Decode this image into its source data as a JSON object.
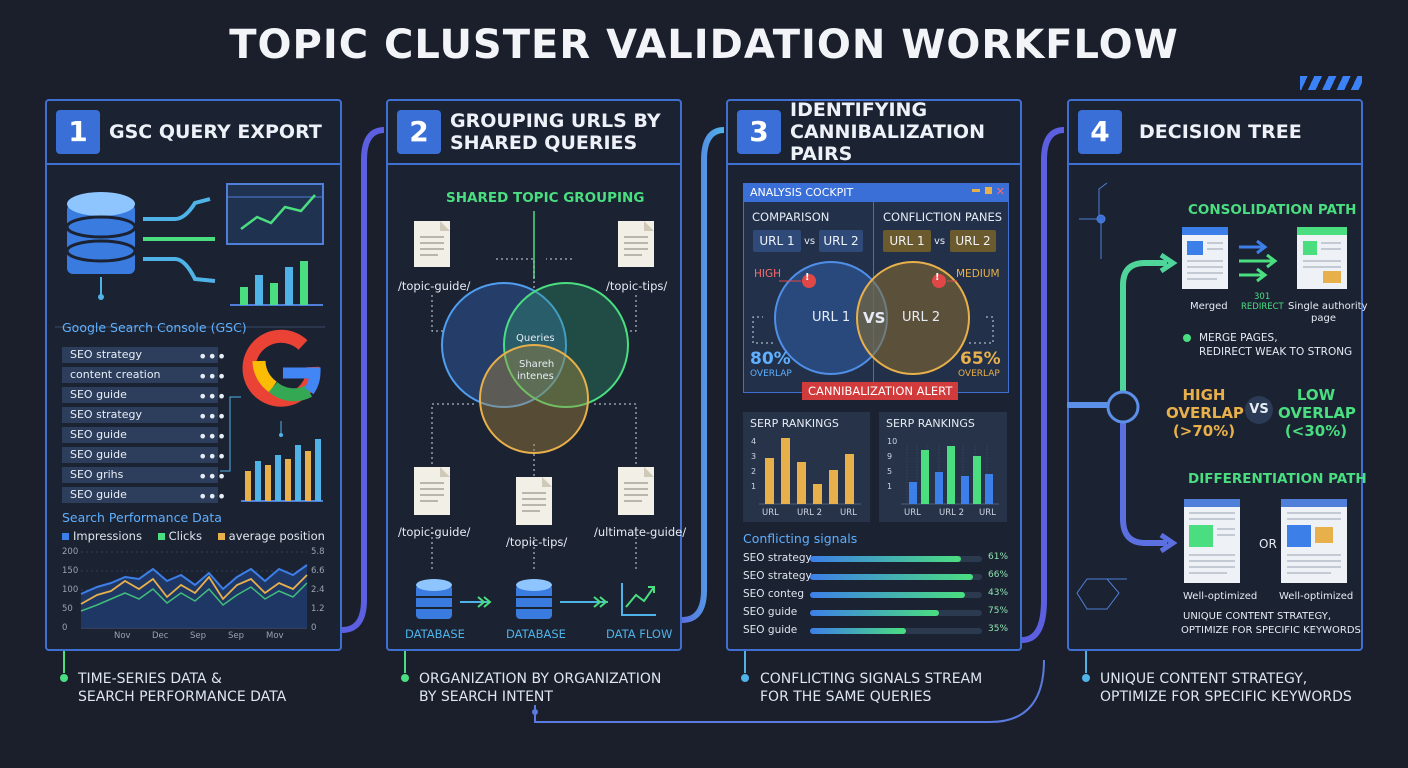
{
  "title": "TOPIC CLUSTER VALIDATION WORKFLOW",
  "colors": {
    "accent": "#3f6fd0",
    "green": "#4ade80",
    "gold": "#e8b04a",
    "bg": "#1a1f2b"
  },
  "panel1": {
    "number": "1",
    "title": "GSC QUERY EXPORT",
    "gsc_label": "Google Search Console (GSC)",
    "queries": [
      "SEO strategy",
      "content creation",
      "SEO guide",
      "SEO strategy",
      "SEO guide",
      "SEO guide",
      "SEO grihs",
      "SEO guide"
    ],
    "row_dots": "•••",
    "perf_title": "Search Performance Data",
    "legend": [
      "Impressions",
      "Clicks",
      "average position"
    ],
    "y_left": [
      "200",
      "150",
      "100",
      "50",
      "0"
    ],
    "y_right": [
      "5.8",
      "6.6",
      "2.4",
      "1.2",
      "0"
    ],
    "x_labels": [
      "Nov",
      "Dec",
      "Sep",
      "Sep",
      "Mov"
    ],
    "caption": [
      "TIME-SERIES DATA &",
      "SEARCH PERFORMANCE DATA"
    ],
    "icons": [
      "database-icon",
      "google-logo-icon",
      "line-chart-icon",
      "bar-chart-icon"
    ]
  },
  "panel2": {
    "number": "2",
    "title": [
      "GROUPING URLS BY",
      "SHARED QUERIES"
    ],
    "group_title": "SHARED TOPIC GROUPING",
    "docs_top": [
      "/topic-guide/",
      "/topic-tips/"
    ],
    "venn_labels": [
      "Queries",
      "Shareh",
      "intenes"
    ],
    "docs_bottom": [
      "/topic-guide/",
      "/topic-tips/",
      "/ultimate-guide/"
    ],
    "flow_labels": [
      "DATABASE",
      "DATABASE",
      "DATA FLOW"
    ],
    "caption": [
      "ORGANIZATION BY ORGANIZATION",
      "BY SEARCH INTENT"
    ]
  },
  "panel3": {
    "number": "3",
    "title": [
      "IDENTIFYING",
      "CANNIBALIZATION PAIRS"
    ],
    "cockpit_title": "ANALYSIS COCKPIT",
    "comparison": "COMPARISON",
    "confliction": "CONFLICTION PANES",
    "url1": "URL 1",
    "url2": "URL 2",
    "vs": "vs",
    "vs_big": "VS",
    "high": "HIGH",
    "medium": "MEDIUM",
    "alert_mark": "!",
    "overlap_left": "80%",
    "overlap_right": "65%",
    "overlap_word": "OVERLAP",
    "alert": "CANNIBALIZATION ALERT",
    "serp_title": "SERP RANKINGS",
    "serp_left_y": [
      "4",
      "3",
      "2",
      "1"
    ],
    "serp_right_y": [
      "10",
      "9",
      "5",
      "1"
    ],
    "serp_x": [
      "URL",
      "URL 2",
      "URL"
    ],
    "signals_title": "Conflicting signals",
    "signals": [
      {
        "label": "SEO strategy",
        "pct": "61%",
        "value": 0.88,
        "color": "#4ade80"
      },
      {
        "label": "SEO strategy",
        "pct": "66%",
        "value": 0.95,
        "color": "#4ade80"
      },
      {
        "label": "SEO conteg",
        "pct": "43%",
        "value": 0.9,
        "color": "#4ade80"
      },
      {
        "label": "SEO guide",
        "pct": "75%",
        "value": 0.75,
        "color": "#4ade80"
      },
      {
        "label": "SEO guide",
        "pct": "35%",
        "value": 0.56,
        "color": "#4ade80"
      }
    ],
    "caption": [
      "CONFLICTING SIGNALS STREAM",
      "FOR THE SAME QUERIES"
    ]
  },
  "panel4": {
    "number": "4",
    "title": "DECISION TREE",
    "consolidation": "CONSOLIDATION PATH",
    "merged": "Merged",
    "redirect": [
      "301",
      "REDIRECT"
    ],
    "single": [
      "Single authority",
      "page"
    ],
    "merge_note": [
      "MERGE PAGES,",
      "REDIRECT WEAK TO STRONG"
    ],
    "high": [
      "HIGH",
      "OVERLAP",
      "(>70%)"
    ],
    "vs": "VS",
    "low": [
      "LOW",
      "OVERLAP",
      "(<30%)"
    ],
    "differentiation": "DIFFERENTIATION PATH",
    "or": "OR",
    "well": "Well-optimized",
    "unique_note": [
      "UNIQUE CONTENT STRATEGY,",
      "OPTIMIZE FOR SPECIFIC KEYWORDS"
    ],
    "caption": [
      "UNIQUE CONTENT STRATEGY,",
      "OPTIMIZE FOR SPECIFIC KEYWORDS"
    ]
  }
}
